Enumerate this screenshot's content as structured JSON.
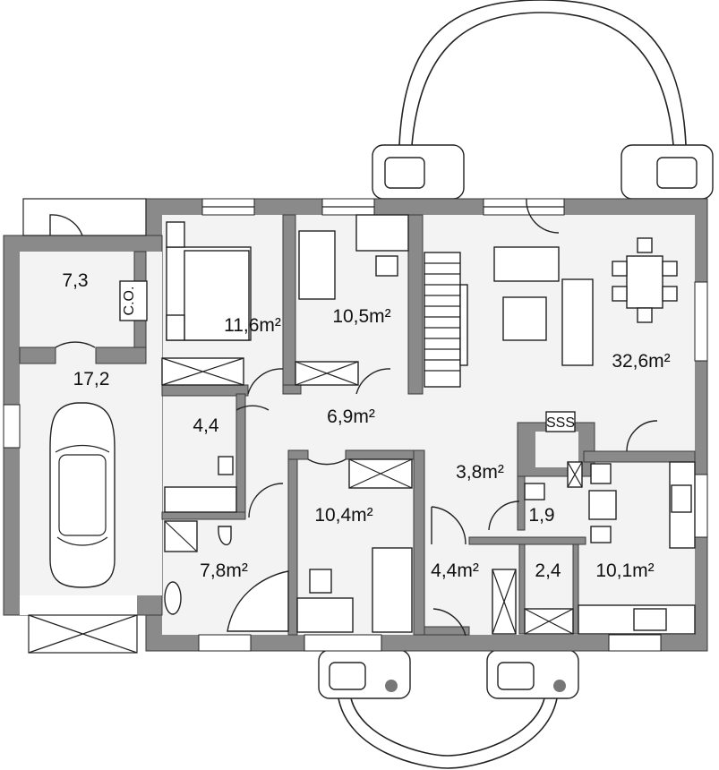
{
  "rooms": [
    {
      "id": "garage-utility",
      "area": "7,3"
    },
    {
      "id": "garage",
      "area": "17,2"
    },
    {
      "id": "bedroom-1",
      "area": "11,6m²"
    },
    {
      "id": "bedroom-2",
      "area": "10,5m²"
    },
    {
      "id": "living",
      "area": "32,6m²"
    },
    {
      "id": "hall",
      "area": "6,9m²"
    },
    {
      "id": "wc",
      "area": "4,4"
    },
    {
      "id": "bathroom",
      "area": "7,8m²"
    },
    {
      "id": "bedroom-3",
      "area": "10,4m²"
    },
    {
      "id": "vestibule",
      "area": "3,8m²"
    },
    {
      "id": "toilet",
      "area": "1,9"
    },
    {
      "id": "entry",
      "area": "4,4m²"
    },
    {
      "id": "pantry",
      "area": "2,4"
    },
    {
      "id": "kitchen",
      "area": "10,1m²"
    }
  ],
  "labels": {
    "boiler": "C.O.",
    "chimney": "SSS"
  },
  "colors": {
    "wall": "#8a8a8a",
    "floor": "#f3f3f3",
    "line": "#222222"
  }
}
